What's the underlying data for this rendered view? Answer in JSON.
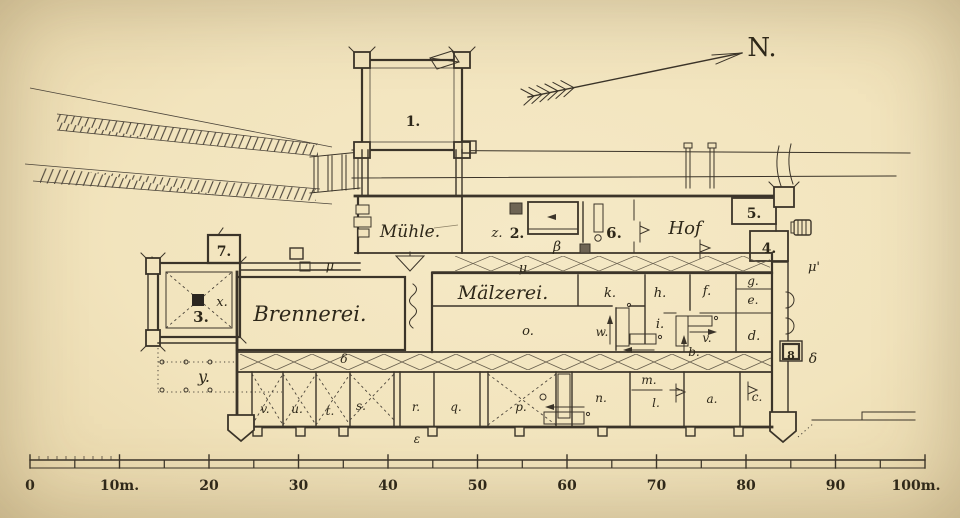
{
  "colors": {
    "paper": "#f2e4bd",
    "ink": "#3b3429"
  },
  "plan": {
    "compass": {
      "north_label": "N."
    },
    "buildings": {
      "granary": "1.",
      "mill": "Mühle.",
      "distillery": "Brennerei.",
      "malthouse": "Mälzerei.",
      "courtyard": "Hof"
    },
    "numbers": {
      "n2": "2.",
      "n3": "3.",
      "n4": "4.",
      "n5": "5.",
      "n6": "6.",
      "n7": "7.",
      "n8": "8"
    },
    "rooms": {
      "a": "a.",
      "b": "b.",
      "c": "c.",
      "d": "d.",
      "e": "e.",
      "f": "f.",
      "g": "g.",
      "h": "h.",
      "i": "i.",
      "k": "k.",
      "l": "l.",
      "m": "m.",
      "n": "n.",
      "o": "o.",
      "p": "p.",
      "q": "q.",
      "r": "r.",
      "s": "s.",
      "t": "t.",
      "u": "u.",
      "v_store": "v.",
      "v_stair": "v.",
      "w": "w.",
      "x": "x.",
      "y": "y.",
      "z": "z."
    },
    "marks": {
      "beta": "β",
      "mu_west": "μ",
      "mu_center": "μ",
      "mu_east": "μ'",
      "delta_yard": "δ",
      "delta_east": "δ",
      "epsilon": "ε"
    }
  },
  "scale_bar": {
    "labels": [
      "0",
      "10m.",
      "20",
      "30",
      "40",
      "50",
      "60",
      "70",
      "80",
      "90",
      "100m."
    ]
  }
}
